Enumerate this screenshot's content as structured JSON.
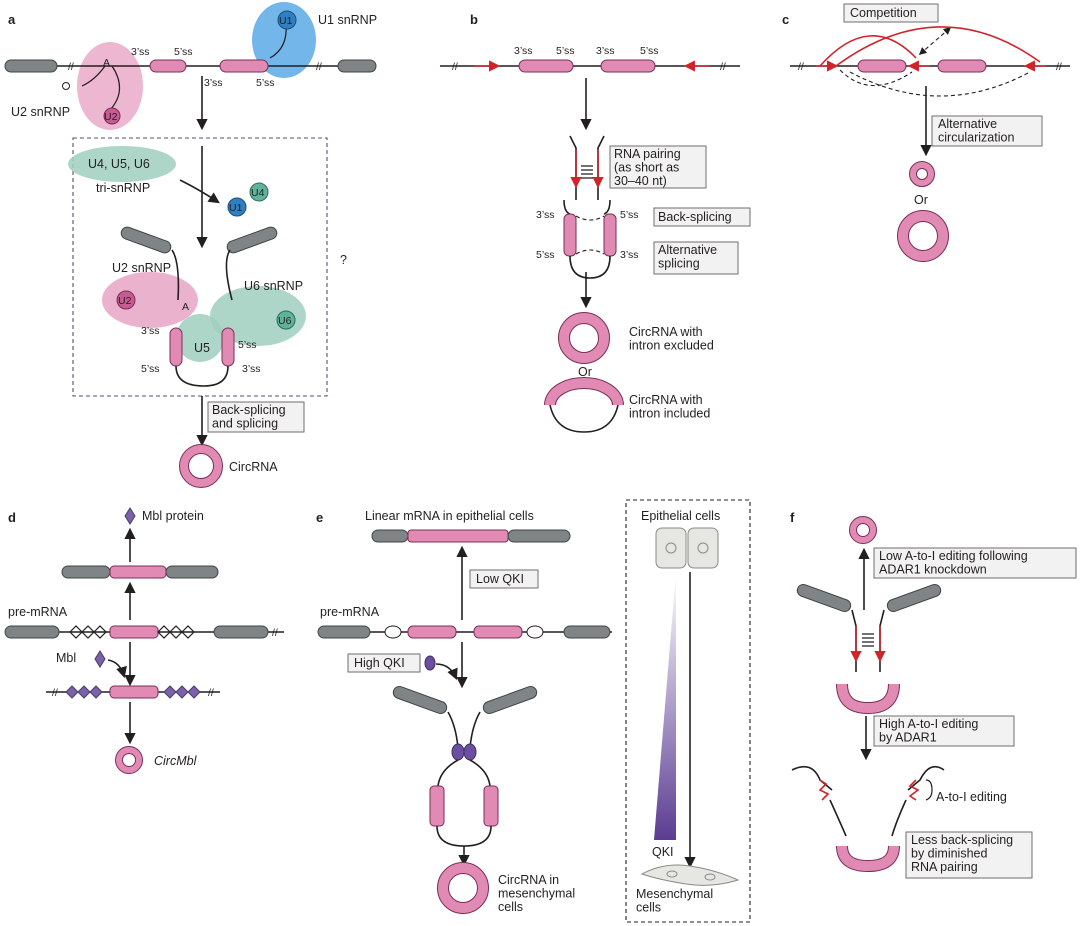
{
  "panels": {
    "a": "a",
    "b": "b",
    "c": "c",
    "d": "d",
    "e": "e",
    "f": "f"
  },
  "a": {
    "u1_snrnp": "U1 snRNP",
    "u2_snrnp": "U2 snRNP",
    "u1": "U1",
    "u2": "U2",
    "branch_a": "A",
    "ss3": "3’ss",
    "ss5": "5’ss",
    "tri_u": "U4, U5, U6",
    "tri": "tri-snRNP",
    "u4": "U4",
    "u6_snrnp": "U6 snRNP",
    "u5": "U5",
    "u6": "U6",
    "question": "?",
    "box": "Back-splicing and splicing",
    "circ": "CircRNA"
  },
  "b": {
    "pairing": "RNA pairing (as short as 30–40 nt)",
    "back": "Back-splicing",
    "alt": "Alternative splicing",
    "circ1": "CircRNA with intron excluded",
    "or": "Or",
    "circ2": "CircRNA with intron included"
  },
  "c": {
    "competition": "Competition",
    "alt": "Alternative circularization",
    "or": "Or"
  },
  "d": {
    "mbl_protein": "Mbl protein",
    "pre": "pre-mRNA",
    "mbl": "Mbl",
    "circ": "CircMbl"
  },
  "e": {
    "linear": "Linear mRNA in epithelial cells",
    "low": "Low QKI",
    "pre": "pre-mRNA",
    "high": "High QKI",
    "circ": "CircRNA in mesenchymal cells",
    "epi": "Epithelial cells",
    "qki": "QKI",
    "mes": "Mesenchymal cells"
  },
  "f": {
    "low": "Low A-to-I editing following ADAR1 knockdown",
    "high": "High A-to-I editing by ADAR1",
    "edit": "A-to-I editing",
    "less": "Less back-splicing by diminished RNA pairing"
  },
  "colors": {
    "exon": "#e18bb4",
    "u1": "#5aa9e6",
    "u2": "#e8a4c6",
    "green": "#9fcfbf",
    "red": "#d1232a",
    "purple": "#6b4fa0"
  }
}
